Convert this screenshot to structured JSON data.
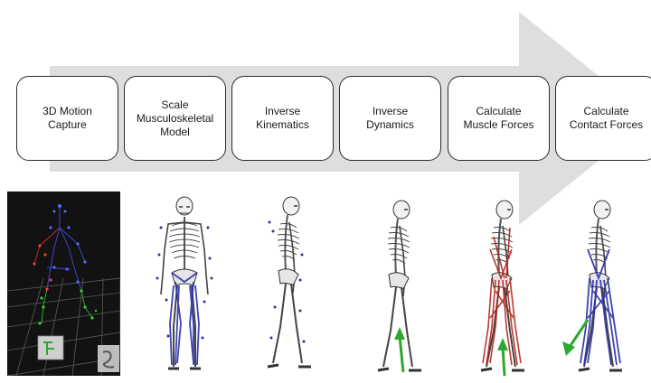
{
  "steps": [
    {
      "label": "3D Motion\nCapture"
    },
    {
      "label": "Scale\nMusculoskeletal\nModel"
    },
    {
      "label": "Inverse\nKinematics"
    },
    {
      "label": "Inverse\nDynamics"
    },
    {
      "label": "Calculate\nMuscle Forces"
    },
    {
      "label": "Calculate\nContact Forces"
    }
  ],
  "colors": {
    "arrow": "#dedede",
    "box_border": "#2b2b2b",
    "muscle_blue": "#2a2fa8",
    "muscle_red": "#b3261e",
    "force_green": "#2ea82e",
    "mocap_bg": "#121212"
  },
  "panels": [
    {
      "name": "motion-capture-markers-icon"
    },
    {
      "name": "scaled-skeleton-icon"
    },
    {
      "name": "inverse-kinematics-skeleton-icon"
    },
    {
      "name": "inverse-dynamics-skeleton-icon"
    },
    {
      "name": "muscle-forces-skeleton-icon"
    },
    {
      "name": "contact-forces-skeleton-icon"
    }
  ]
}
